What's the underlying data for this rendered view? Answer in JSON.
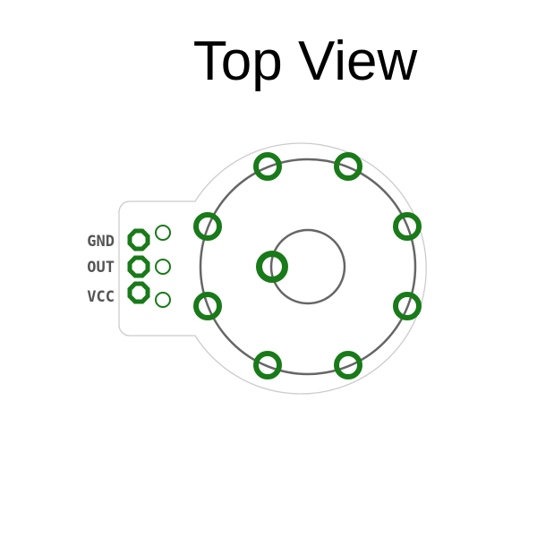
{
  "title": "Top View",
  "pins": [
    {
      "label": "GND"
    },
    {
      "label": "OUT"
    },
    {
      "label": "VCC"
    }
  ],
  "colors": {
    "pad": "#187a18",
    "outline": "#cccccc",
    "circle": "#666666",
    "label": "#555555",
    "background": "#ffffff"
  }
}
